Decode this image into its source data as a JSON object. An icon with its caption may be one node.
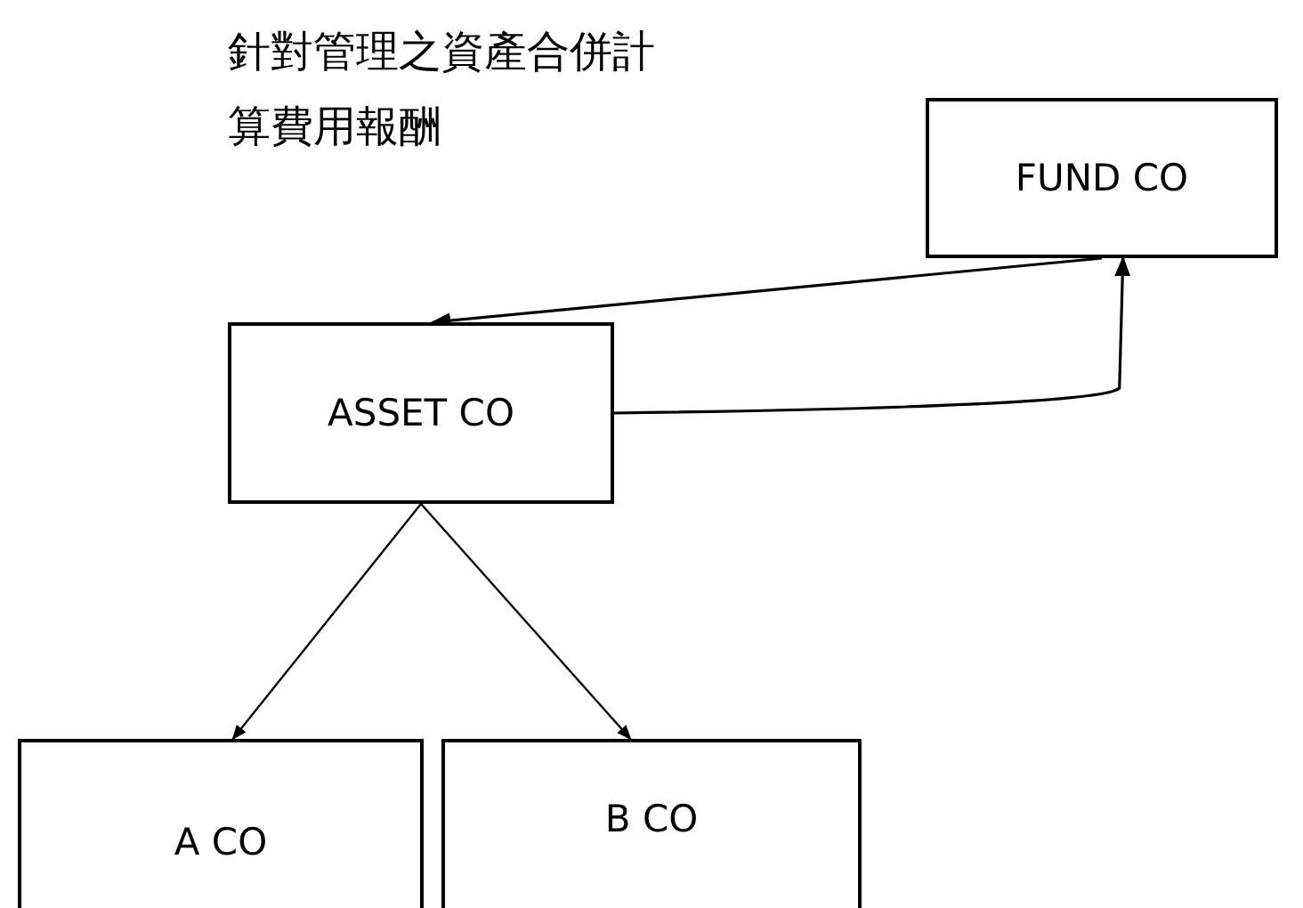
{
  "diagram": {
    "nodes": [
      {
        "text": [
          "FUND CO"
        ]
      },
      {
        "text": [
          "ASSET CO"
        ]
      },
      {
        "text": [
          "A CO"
        ]
      },
      {
        "text": [
          "B CO"
        ]
      }
    ],
    "edges": [
      {
        "from": 0,
        "to": 1,
        "arrow": "to"
      },
      {
        "from": 1,
        "to": 0,
        "arrow": "to"
      },
      {
        "from": 1,
        "to": 2,
        "arrow": "to"
      },
      {
        "from": 1,
        "to": 3,
        "arrow": "to"
      }
    ],
    "labels": [
      "針對管理之資產合併計算費用報酬"
    ]
  }
}
